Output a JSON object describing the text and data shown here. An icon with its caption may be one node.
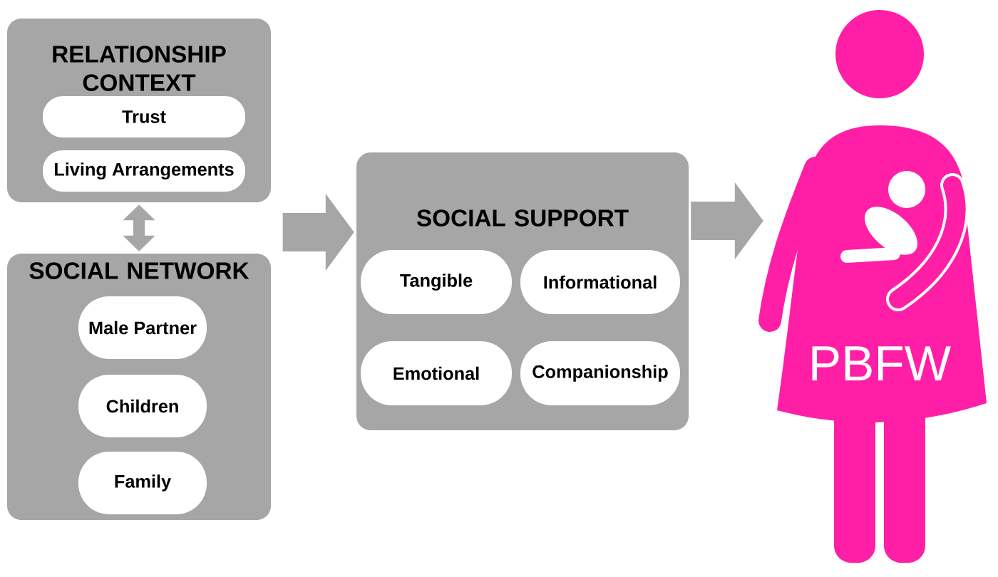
{
  "diagram": {
    "nodes": [
      {
        "text": [
          "RELATIONSHIP CONTEXT"
        ]
      },
      {
        "text": [
          "Trust"
        ],
        "in": 0
      },
      {
        "text": [
          "Living Arrangements"
        ],
        "in": 0
      },
      {
        "text": [
          "SOCIAL NETWORK"
        ]
      },
      {
        "text": [
          "Male Partner"
        ],
        "in": 3
      },
      {
        "text": [
          "Children"
        ],
        "in": 3
      },
      {
        "text": [
          "Family"
        ],
        "in": 3
      },
      {
        "text": [
          "SOCIAL SUPPORT"
        ]
      },
      {
        "text": [
          "Tangible"
        ],
        "in": 7
      },
      {
        "text": [
          "Informational"
        ],
        "in": 7
      },
      {
        "text": [
          "Emotional"
        ],
        "in": 7
      },
      {
        "text": [
          "Companionship"
        ],
        "in": 7
      },
      {
        "text": [
          "PBFW"
        ]
      }
    ],
    "edges": [
      {
        "from": 0,
        "to": 3,
        "arrow": "both"
      },
      {
        "from": null,
        "to": 7,
        "arrow": "to"
      },
      {
        "from": 7,
        "to": 12,
        "arrow": "to"
      }
    ]
  }
}
